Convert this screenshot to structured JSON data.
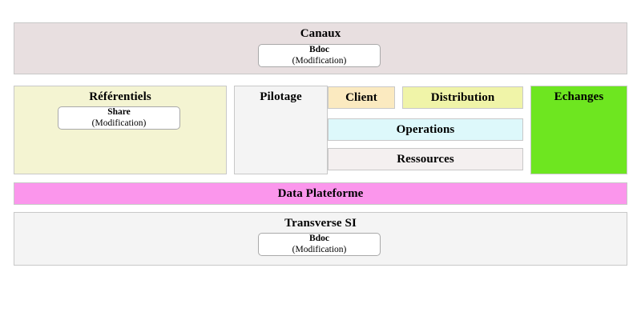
{
  "diagram": {
    "blocks": {
      "canaux": {
        "title": "Canaux",
        "color": "#e8dfe0",
        "sub": {
          "name": "Bdoc",
          "state": "(Modification)"
        }
      },
      "referentiels": {
        "title": "Référentiels",
        "color": "#f4f4d2",
        "sub": {
          "name": "Share",
          "state": "(Modification)"
        }
      },
      "pilotage": {
        "title": "Pilotage",
        "color": "#f4f4f4"
      },
      "client": {
        "title": "Client",
        "color": "#fbeac0"
      },
      "distribution": {
        "title": "Distribution",
        "color": "#f0f4a8"
      },
      "operations": {
        "title": "Operations",
        "color": "#ddf8fb"
      },
      "ressources": {
        "title": "Ressources",
        "color": "#f4f0f0"
      },
      "echanges": {
        "title": "Echanges",
        "color": "#6ee620"
      },
      "data_plateforme": {
        "title": "Data Plateforme",
        "color": "#fb96ec"
      },
      "transverse_si": {
        "title": "Transverse SI",
        "color": "#f4f4f4",
        "sub": {
          "name": "Bdoc",
          "state": "(Modification)"
        }
      }
    }
  }
}
